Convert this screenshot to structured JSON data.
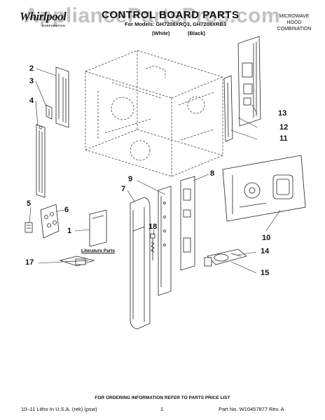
{
  "header": {
    "logo": "Whirlpool",
    "logo_sub": "CORPORATION",
    "title": "CONTROL BOARD PARTS",
    "models": "For Models: GH7208XRQ3, GH7208XRB3",
    "color1": "(White)",
    "color2": "(Black)",
    "product_lines": [
      "MICROWAVE",
      "HOOD",
      "COMBINATION"
    ],
    "watermark": "AppliancePartsPros.com"
  },
  "callouts": [
    "1",
    "2",
    "3",
    "4",
    "5",
    "6",
    "7",
    "8",
    "9",
    "10",
    "11",
    "12",
    "13",
    "14",
    "15",
    "17",
    "18"
  ],
  "labels": {
    "literature_parts": "Literature Parts"
  },
  "footer": {
    "note": "FOR ORDERING INFORMATION REFER TO PARTS PRICE LIST",
    "left": "10–11 Litho In U.S.A. (rek) (psw)",
    "page": "1",
    "part_no": "Part No. W10457877 Rev. A"
  }
}
